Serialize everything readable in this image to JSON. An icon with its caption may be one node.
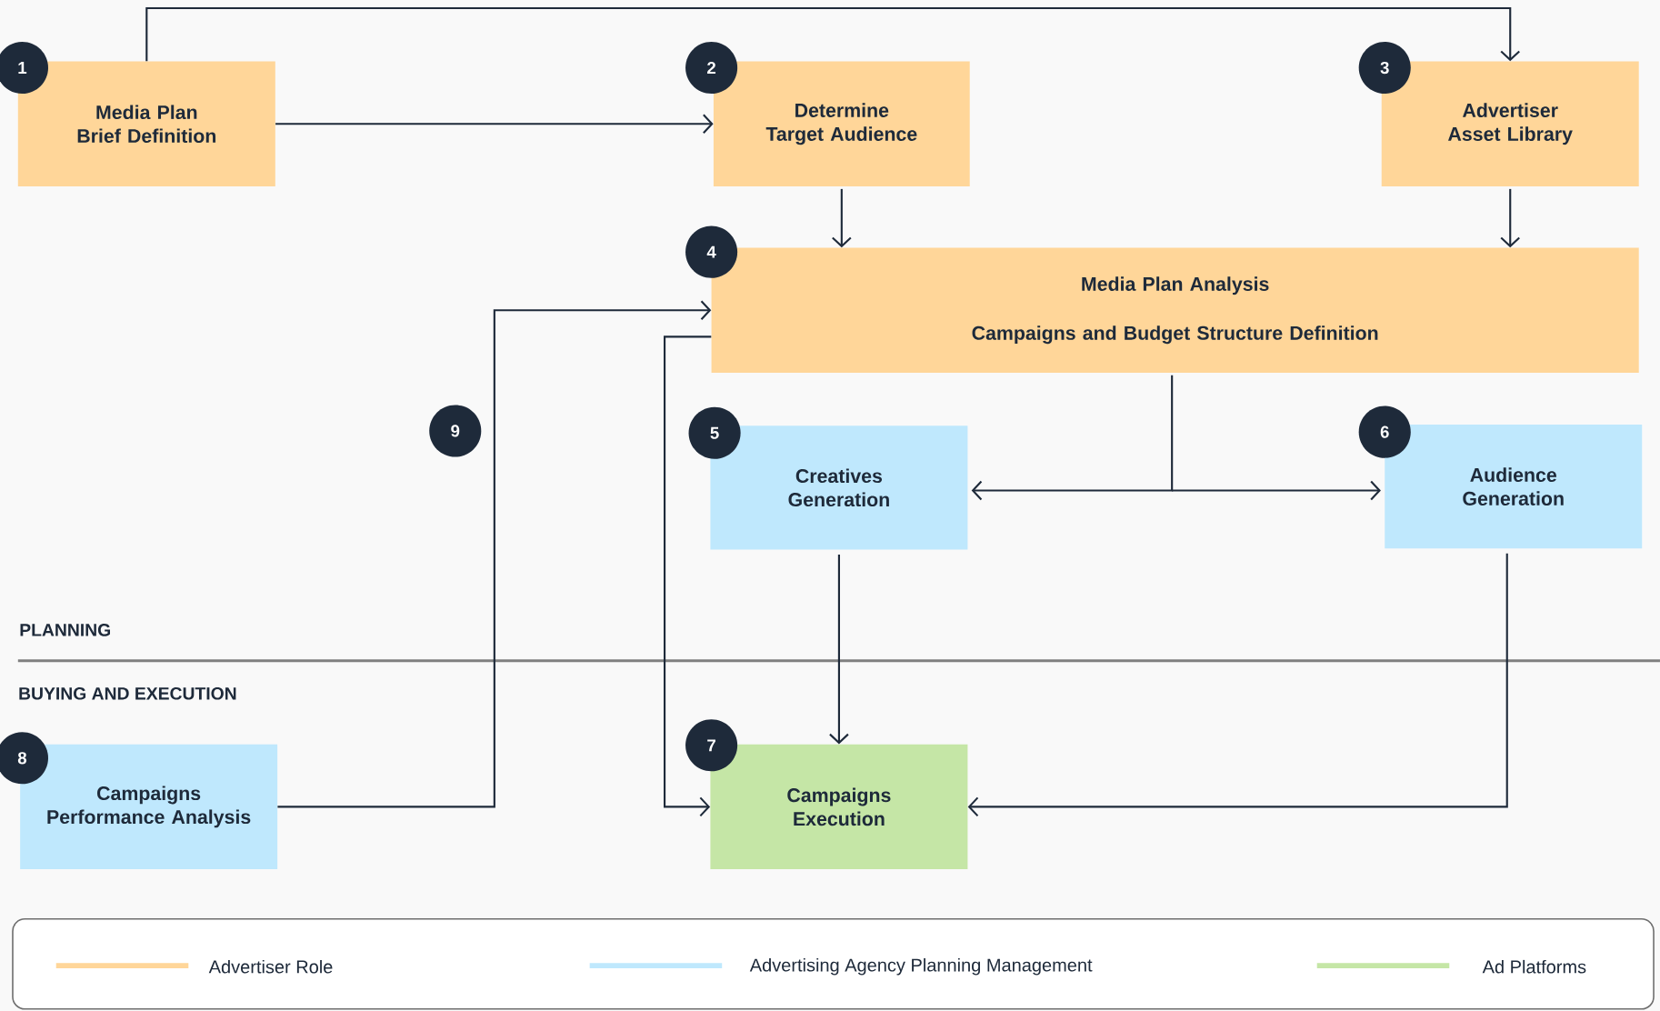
{
  "diagram": {
    "nodes": [
      {
        "text": [
          "Media Plan Brief Definition"
        ]
      },
      {
        "text": [
          "Determine Target Audience"
        ]
      },
      {
        "text": [
          "Advertiser Asset Library"
        ]
      },
      {
        "text": [
          "Media Plan Analysis",
          "Campaigns and Budget Structure Definition"
        ]
      },
      {
        "text": [
          "Creatives Generation"
        ]
      },
      {
        "text": [
          "Audience Generation"
        ]
      },
      {
        "text": [
          "Campaigns Execution"
        ]
      },
      {
        "text": [
          "Campaigns Performance Analysis"
        ]
      },
      {
        "text": [
          "1"
        ]
      },
      {
        "text": [
          "2"
        ]
      },
      {
        "text": [
          "3"
        ]
      },
      {
        "text": [
          "4"
        ]
      },
      {
        "text": [
          "5"
        ]
      },
      {
        "text": [
          "6"
        ]
      },
      {
        "text": [
          "7"
        ]
      },
      {
        "text": [
          "8"
        ]
      },
      {
        "text": [
          "9"
        ]
      }
    ],
    "edges": [
      {
        "from": 0,
        "to": 2,
        "arrow": "to"
      },
      {
        "from": 0,
        "to": 1,
        "arrow": "to"
      },
      {
        "from": 1,
        "to": 3,
        "arrow": "to"
      },
      {
        "from": 2,
        "to": 3,
        "arrow": "to"
      },
      {
        "from": 3,
        "to": 4,
        "arrow": "to"
      },
      {
        "from": 3,
        "to": 5,
        "arrow": "to"
      },
      {
        "from": 4,
        "to": 6,
        "arrow": "to"
      },
      {
        "from": 5,
        "to": 6,
        "arrow": "to"
      },
      {
        "from": 3,
        "to": 6,
        "arrow": "to"
      },
      {
        "from": 7,
        "to": 3,
        "arrow": "to"
      }
    ],
    "labels": [
      "PLANNING",
      "BUYING AND EXECUTION"
    ],
    "legend": [
      {
        "text": "Advertiser Role",
        "color": "#ffd699"
      },
      {
        "text": "Advertising Agency Planning Management",
        "color": "#bfe8fd"
      },
      {
        "text": "Ad Platforms",
        "color": "#c5e6a6"
      }
    ]
  }
}
